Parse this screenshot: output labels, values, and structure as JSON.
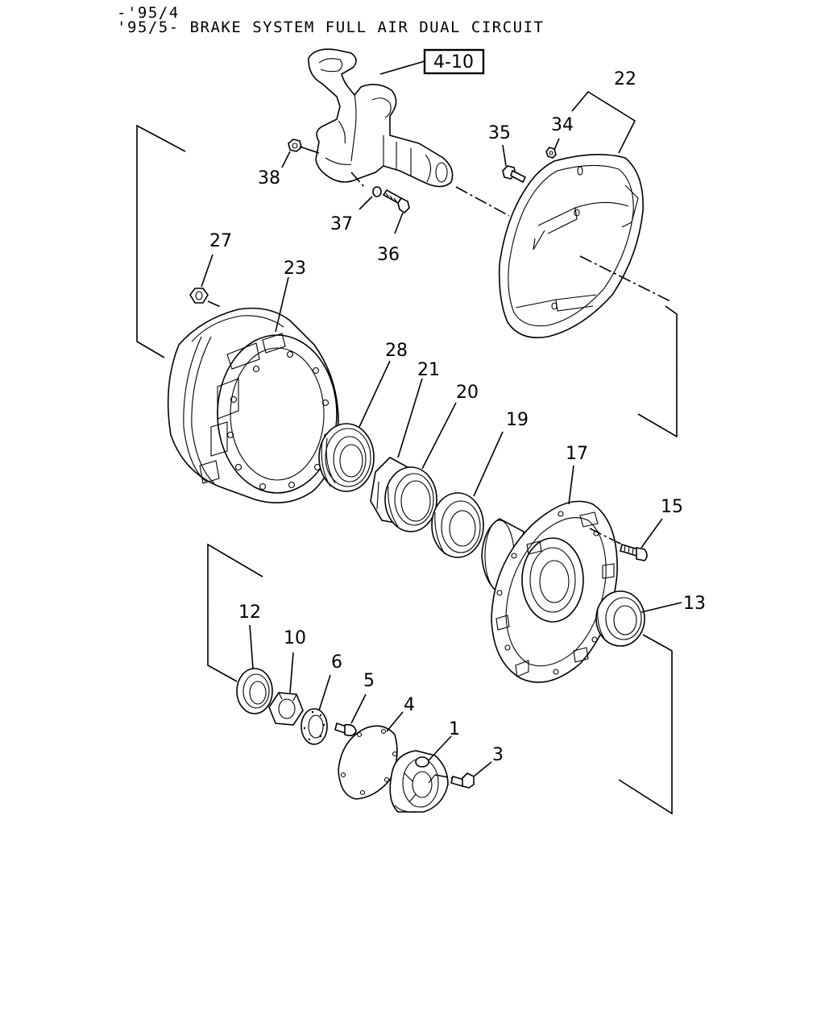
{
  "header": {
    "line1": "-'95/4",
    "line2": "'95/5- BRAKE SYSTEM FULL AIR DUAL CIRCUIT"
  },
  "reference": {
    "label": "4-10"
  },
  "callouts": {
    "p1": "1",
    "p3": "3",
    "p4": "4",
    "p5": "5",
    "p6": "6",
    "p10": "10",
    "p12": "12",
    "p13": "13",
    "p15": "15",
    "p17": "17",
    "p19": "19",
    "p20": "20",
    "p21": "21",
    "p22": "22",
    "p23": "23",
    "p27": "27",
    "p28": "28",
    "p34": "34",
    "p35": "35",
    "p36": "36",
    "p37": "37",
    "p38": "38"
  }
}
